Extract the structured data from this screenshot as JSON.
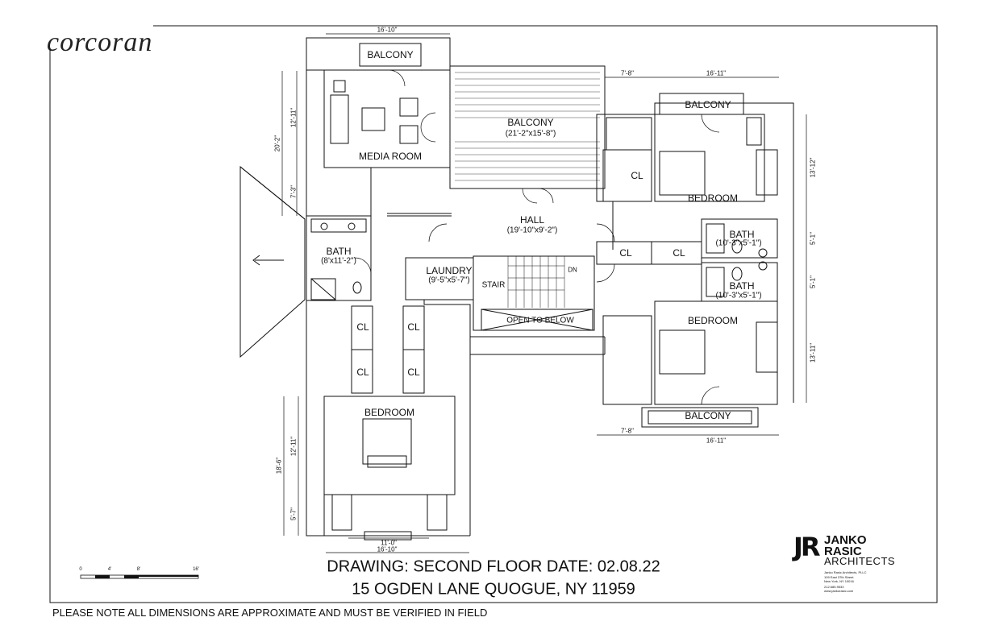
{
  "brand": "corcoran",
  "rooms": {
    "balcony_top": "BALCONY",
    "balcony_main": "BALCONY",
    "balcony_main_size": "(21'-2\"x15'-8\")",
    "media_room": "MEDIA ROOM",
    "balcony_right_top": "BALCONY",
    "closet_right": "CL",
    "bedroom_right_top": "BEDROOM",
    "hall": "HALL",
    "hall_size": "(19'-10\"x9'-2\")",
    "bath_left": "BATH",
    "bath_left_size": "(8'x11'-2\")",
    "laundry": "LAUNDRY",
    "laundry_size": "(9'-5\"x5'-7\")",
    "stair": "STAIR",
    "dn": "DN",
    "open_to_below": "OPEN TO BELOW",
    "cl_hall_1": "CL",
    "cl_hall_2": "CL",
    "bath_right_1": "BATH",
    "bath_right_1_size": "(10'-3\"x5'-1\")",
    "bath_right_2": "BATH",
    "bath_right_2_size": "(10'-3\"x5'-1\")",
    "bedroom_right_bottom": "BEDROOM",
    "balcony_right_bottom": "BALCONY",
    "cl_a": "CL",
    "cl_b": "CL",
    "cl_c": "CL",
    "cl_d": "CL",
    "bedroom_bottom": "BEDROOM"
  },
  "dimensions": {
    "top_width": "16'-10\"",
    "right_top_a": "7'-8\"",
    "right_top_b": "16'-11\"",
    "left_1": "12'-11\"",
    "left_2": "20'-2\"",
    "left_3": "7'-3\"",
    "right_v1": "13'-12\"",
    "right_v2": "5'-1\"",
    "right_v3": "5'-1\"",
    "right_v4": "13'-11\"",
    "right_bottom_a": "7'-8\"",
    "right_bottom_b": "16'-11\"",
    "bottom_left_1": "12'-11\"",
    "bottom_left_2": "18'-6\"",
    "bottom_left_3": "5'-7\"",
    "bottom_inner": "11'-0\"",
    "bottom_outer": "16'-10\""
  },
  "scale_bar": [
    "0",
    "4'",
    "8'",
    "16'"
  ],
  "title_line_1": "DRAWING: SECOND FLOOR  DATE: 02.08.22",
  "title_line_2": "15 OGDEN LANE QUOGUE, NY 11959",
  "note": "PLEASE NOTE ALL DIMENSIONS ARE APPROXIMATE AND MUST BE VERIFIED IN FIELD",
  "logo": {
    "mark": "JR",
    "line1": "JANKO",
    "line2": "RASIC",
    "line3": "ARCHITECTS",
    "address": [
      "Janko Rasic Architects, PLLC",
      "109 East 37th Street",
      "New York, NY 10016",
      "212.685.9533",
      "www.jankorasic.com"
    ]
  },
  "icons": [
    "arrow-left-icon",
    "logo-icon"
  ]
}
